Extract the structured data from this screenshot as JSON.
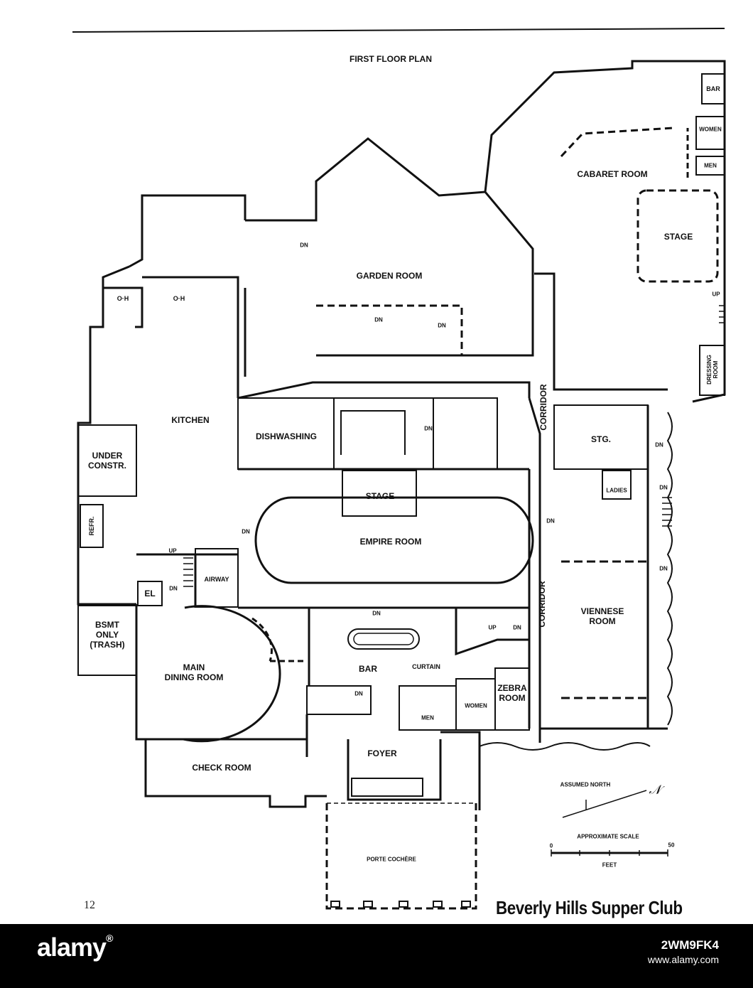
{
  "title": "FIRST FLOOR PLAN",
  "rooms": {
    "bar_top": "BAR",
    "women_top": "WOMEN",
    "men_top": "MEN",
    "cabaret": "CABARET ROOM",
    "stage_cabaret": "STAGE",
    "garden": "GARDEN ROOM",
    "oh_left": "O·H",
    "oh_right": "O·H",
    "kitchen": "KITCHEN",
    "dishwashing": "DISHWASHING",
    "under_constr": "UNDER\nCONSTR.",
    "refr": "REFR.",
    "stage_empire": "STAGE",
    "empire": "EMPIRE ROOM",
    "stg": "STG.",
    "ladies": "LADIES",
    "corridor_upper": "CORRIDOR",
    "corridor_lower": "CORRIDOR",
    "dressing": "DRESSING\nROOM",
    "airway": "AIRWAY",
    "el": "EL",
    "bsmt": "BSMT\nONLY\n(TRASH)",
    "main_dining": "MAIN\nDINING ROOM",
    "bar_main": "BAR",
    "curtain": "CURTAIN",
    "viennese": "VIENNESE\nROOM",
    "zebra": "ZEBRA\nROOM",
    "women_lower": "WOMEN",
    "men_lower": "MEN",
    "foyer": "FOYER",
    "check_room": "CHECK ROOM",
    "porte_cochere": "PORTE COCHÈRE"
  },
  "stairs": {
    "dn": "DN",
    "up": "UP"
  },
  "legend": {
    "north_label": "ASSUMED NORTH",
    "north_symbol": "𝒩",
    "scale_label": "APPROXIMATE SCALE",
    "scale_min": "0",
    "scale_max": "50",
    "scale_unit": "FEET"
  },
  "page_number": "12",
  "publication": "Beverly Hills Supper Club",
  "footer": {
    "logo": "alamy",
    "image_id": "2WM9FK4",
    "site": "www.alamy.com"
  },
  "colors": {
    "ink": "#111111",
    "paper": "#ffffff",
    "footer_bg": "#000000"
  }
}
